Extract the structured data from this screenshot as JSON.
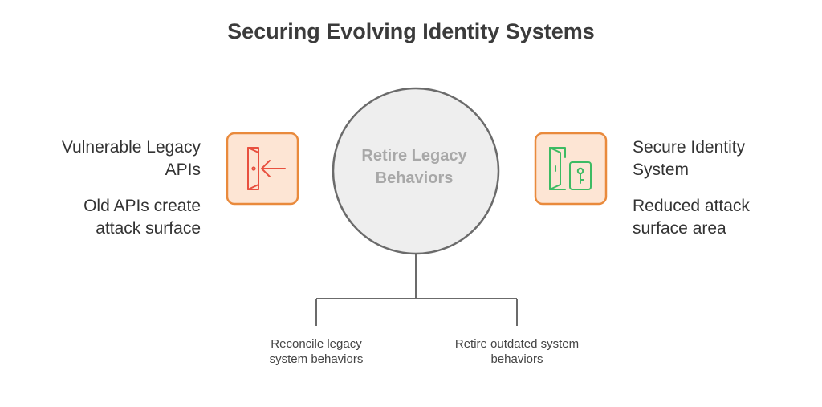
{
  "title": "Securing Evolving Identity Systems",
  "center": {
    "label": "Retire Legacy Behaviors"
  },
  "left": {
    "heading": [
      "Vulnerable Legacy",
      "APIs"
    ],
    "description": [
      "Old APIs create",
      "attack surface"
    ],
    "icon": "door-exit-arrow-icon",
    "color": "#e8503f",
    "box_border": "#e98a3c",
    "box_fill": "#fde5d4"
  },
  "right": {
    "heading": [
      "Secure Identity",
      "System"
    ],
    "description": [
      "Reduced attack",
      "surface area"
    ],
    "icon": "door-lock-key-icon",
    "color": "#3dbb63",
    "box_border": "#e98a3c",
    "box_fill": "#fde5d4"
  },
  "branches": [
    {
      "label": [
        "Reconcile legacy",
        "system behaviors"
      ]
    },
    {
      "label": [
        "Retire outdated system",
        "behaviors"
      ]
    }
  ],
  "colors": {
    "circle_fill": "#eeeeee",
    "circle_stroke": "#6b6b6b",
    "connector": "#6b6b6b"
  }
}
